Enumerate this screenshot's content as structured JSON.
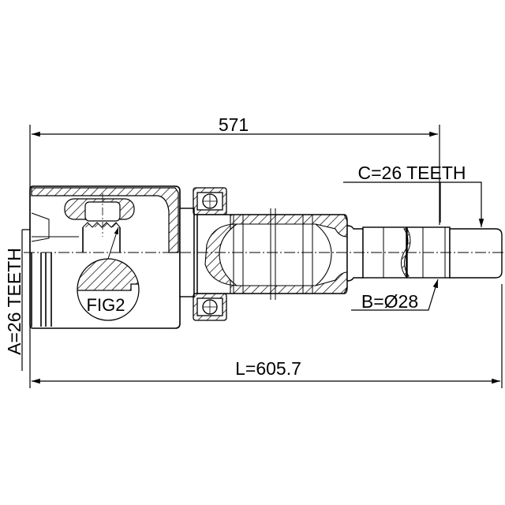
{
  "dimensions": {
    "overall_hub_length": "571",
    "total_length": "L=605.7",
    "outer_spline": "C=26 TEETH",
    "inner_spline": "A=26 TEETH",
    "shaft_diameter": "B=Ø28"
  },
  "detail_label": "FIG2",
  "colors": {
    "line": "#000000",
    "background": "#ffffff"
  }
}
